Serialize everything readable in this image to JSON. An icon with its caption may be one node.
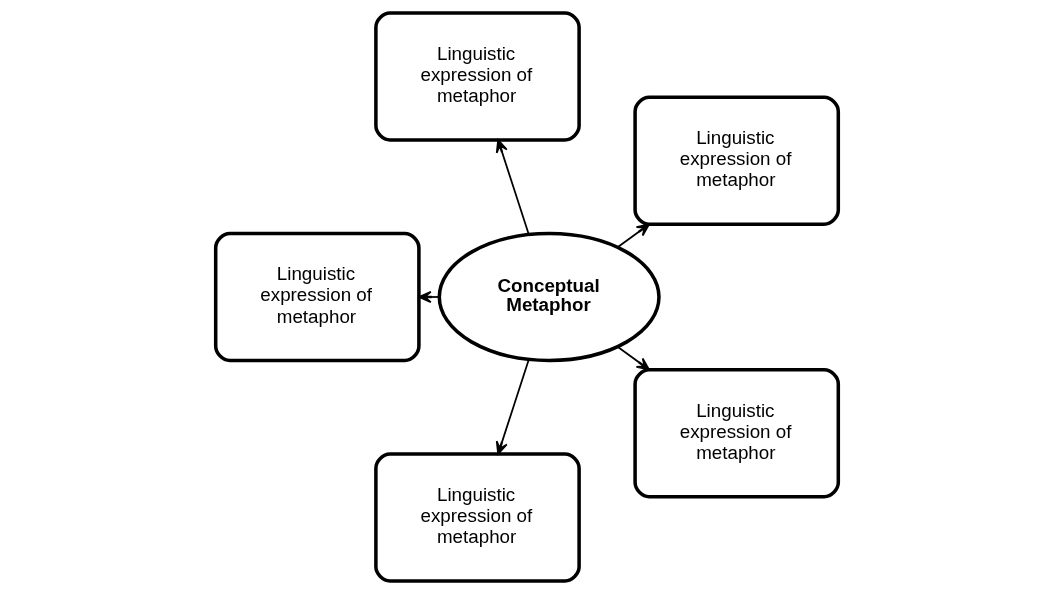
{
  "diagram": {
    "nodes": [
      {
        "text": [
          "Conceptual Metaphor"
        ]
      },
      {
        "text": [
          "Linguistic expression of metaphor"
        ]
      },
      {
        "text": [
          "Linguistic expression of metaphor"
        ]
      },
      {
        "text": [
          "Linguistic expression of metaphor"
        ]
      },
      {
        "text": [
          "Linguistic expression of metaphor"
        ]
      },
      {
        "text": [
          "Linguistic expression of metaphor"
        ]
      }
    ],
    "edges": [
      {
        "from": 0,
        "to": 1,
        "arrow": "to"
      },
      {
        "from": 0,
        "to": 2,
        "arrow": "to"
      },
      {
        "from": 0,
        "to": 3,
        "arrow": "to"
      },
      {
        "from": 0,
        "to": 4,
        "arrow": "to"
      },
      {
        "from": 0,
        "to": 5,
        "arrow": "to"
      }
    ]
  }
}
